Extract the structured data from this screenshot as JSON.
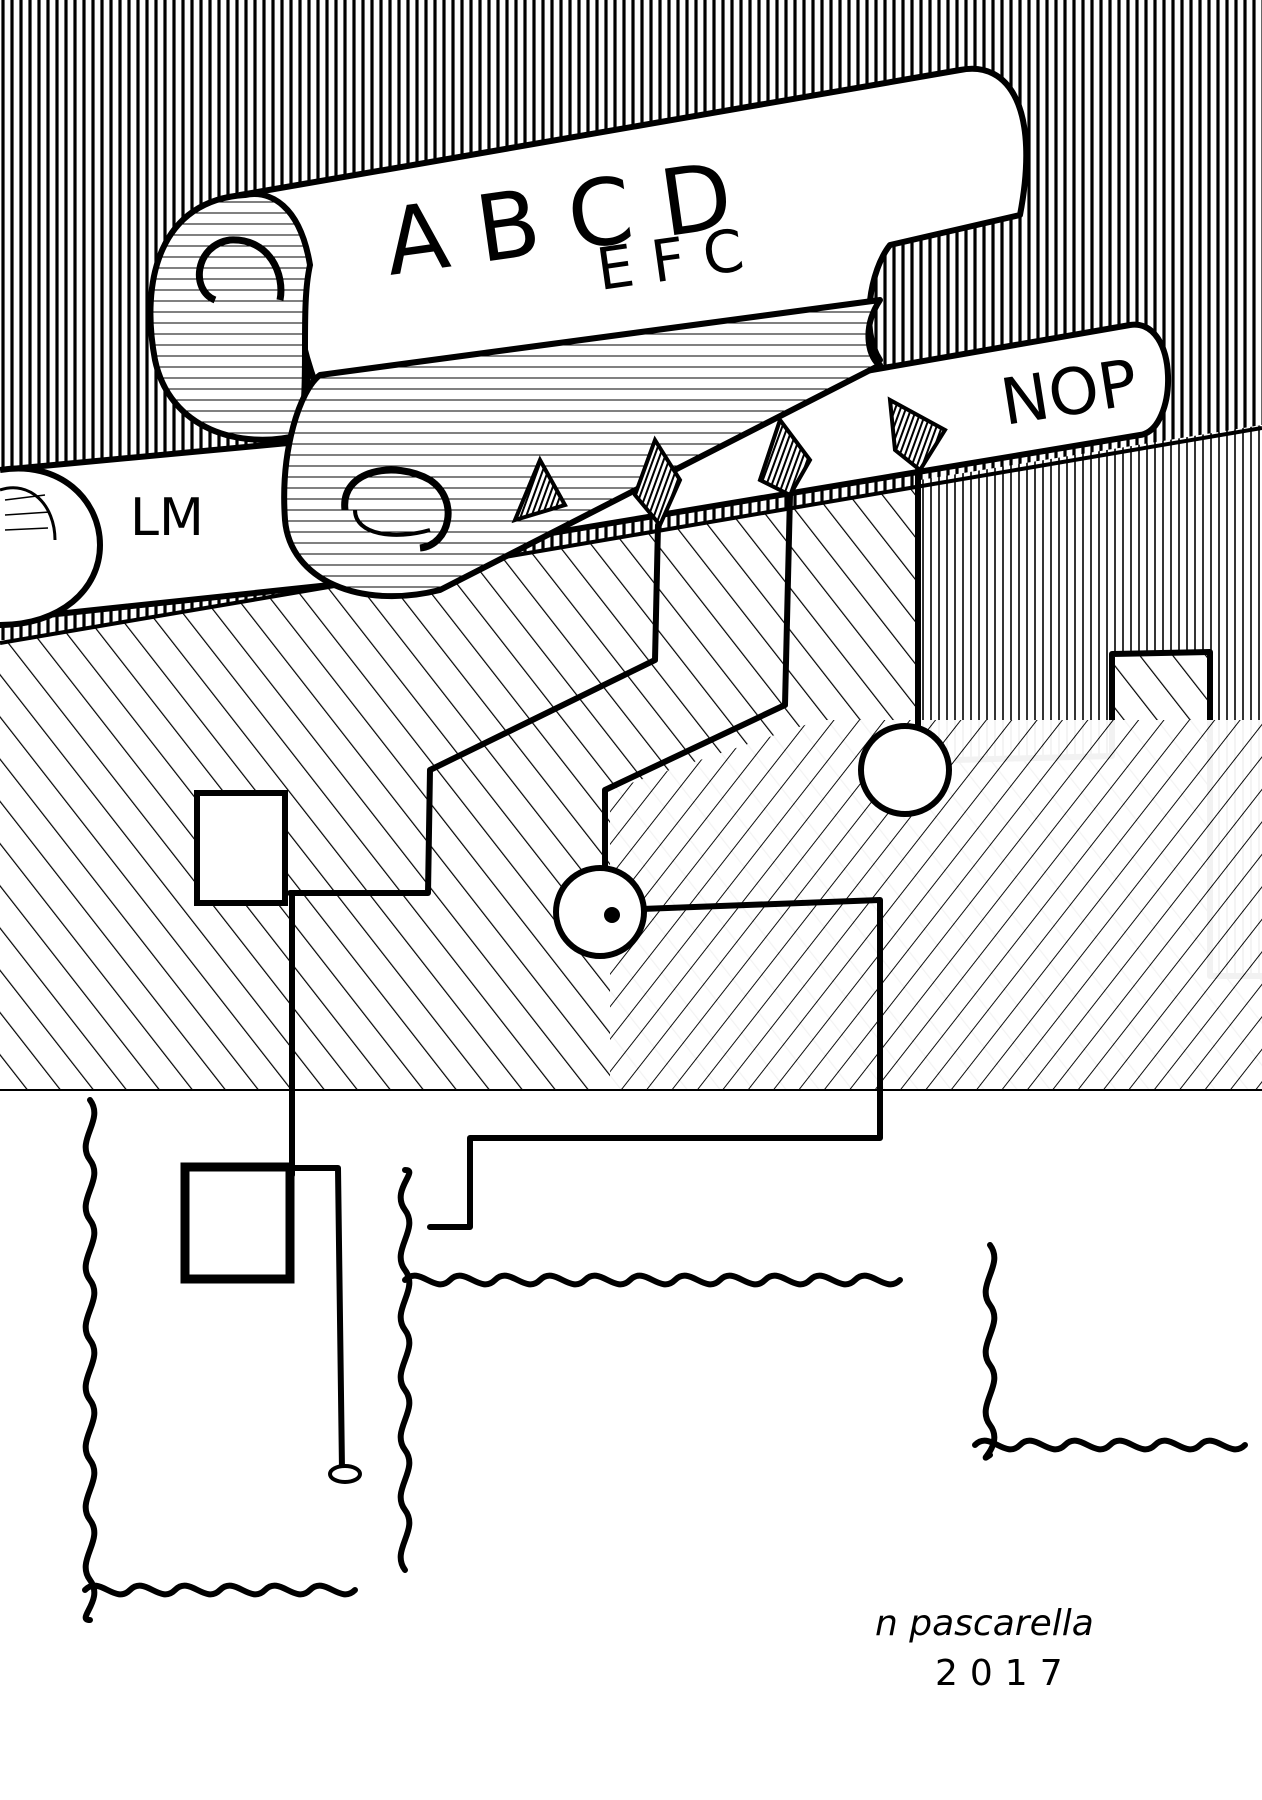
{
  "artwork": {
    "scroll_upper": {
      "letters_top": "A B C D",
      "letters_bottom": "E F C"
    },
    "scroll_left": {
      "letters": "LM"
    },
    "scroll_right": {
      "letters": "NOP"
    },
    "signature": {
      "name": "n pascarella",
      "year": "2017"
    },
    "colors": {
      "ink": "#000000",
      "paper": "#ffffff"
    }
  }
}
